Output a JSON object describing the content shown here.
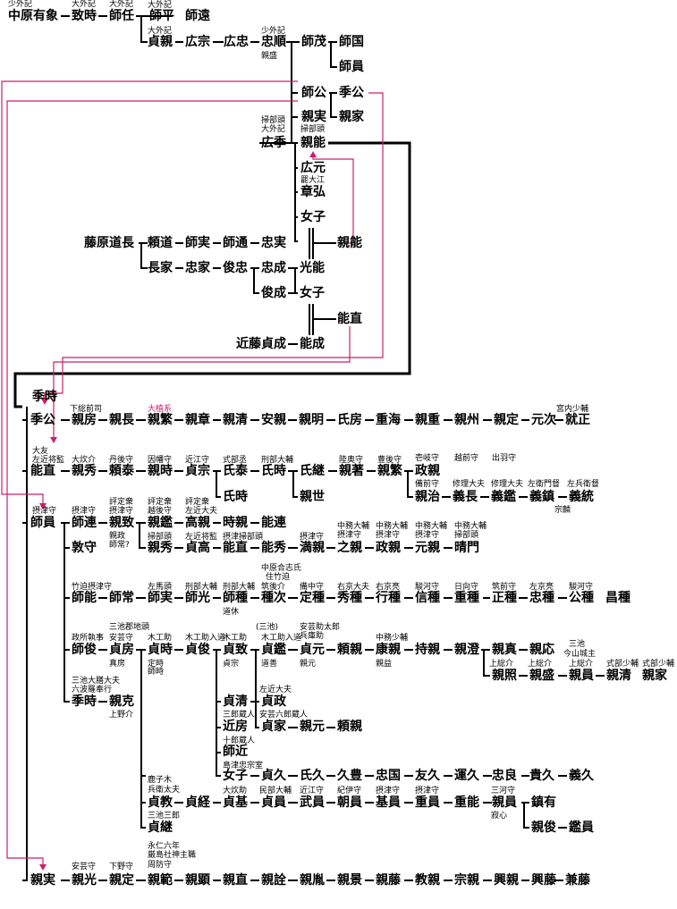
{
  "nodes": [
    "中原有象",
    "致時",
    "師任",
    "師平",
    "師遠",
    "貞親",
    "広宗",
    "広忠",
    "忠順",
    "師茂",
    "師国",
    "師員",
    "師公",
    "季公",
    "親実",
    "親家",
    "広季",
    "親能",
    "広元",
    "章弘",
    "女子",
    "親能",
    "藤原道長",
    "頼道",
    "師実",
    "師通",
    "忠実",
    "長家",
    "忠家",
    "俊忠",
    "忠成",
    "光能",
    "俊成",
    "女子",
    "能直",
    "近藤貞成",
    "能成",
    "季時",
    "季公",
    "親房",
    "親長",
    "親繁",
    "親章",
    "親清",
    "安親",
    "親明",
    "氏房",
    "重海",
    "親重",
    "親州",
    "親定",
    "元次",
    "就正",
    "能直",
    "親秀",
    "頼泰",
    "親時",
    "貞宗",
    "氏泰",
    "氏時",
    "氏継",
    "親著",
    "親繁",
    "政親",
    "氏時",
    "親世",
    "親治",
    "義長",
    "義鑑",
    "義鎮",
    "義統",
    "師員",
    "師連",
    "親致",
    "親鑑",
    "高親",
    "時親",
    "能連",
    "敦守",
    "親秀",
    "貞高",
    "能直",
    "能秀",
    "満親",
    "之親",
    "政親",
    "元親",
    "晴門",
    "師能",
    "師常",
    "師実",
    "師光",
    "師種",
    "種次",
    "定種",
    "秀種",
    "行種",
    "信種",
    "重種",
    "正種",
    "忠種",
    "公種",
    "昌種",
    "師俊",
    "貞房",
    "貞時",
    "貞俊",
    "貞致",
    "貞鑑",
    "貞元",
    "頼親",
    "康親",
    "持親",
    "親澄",
    "親真",
    "親応",
    "親照",
    "親盛",
    "親員",
    "親清",
    "親家",
    "季時",
    "親克",
    "貞清",
    "貞政",
    "近房",
    "貞家",
    "親元",
    "頼親",
    "師近",
    "女子",
    "貞久",
    "氏久",
    "久豊",
    "忠国",
    "友久",
    "運久",
    "忠良",
    "貴久",
    "義久",
    "貞教",
    "貞経",
    "貞基",
    "貞員",
    "武員",
    "朝員",
    "基員",
    "重員",
    "重能",
    "親員",
    "鎮有",
    "貞継",
    "親俊",
    "鑑員",
    "親実",
    "親光",
    "親定",
    "親範",
    "親顕",
    "親直",
    "親詮",
    "親胤",
    "親景",
    "親藤",
    "教親",
    "宗親",
    "興親",
    "興藤",
    "兼藤"
  ],
  "notes": [
    "少外記",
    "大外記",
    "大外記",
    "大外記",
    "大外記",
    "少外記",
    "親盛",
    "掃部頭",
    "大外記",
    "掃部頭",
    "罷大江",
    "下総前司",
    "大友",
    "左近将監",
    "大炊介",
    "丹後守",
    "因幡守",
    "近江守",
    "式部丞",
    "刑部大輔",
    "陸奥守",
    "豊後守",
    "摂津守",
    "摂津守",
    "評定衆",
    "摂津守",
    "評定衆",
    "越後守",
    "評定衆",
    "左近大夫",
    "親政",
    "師常?",
    "掃部頭",
    "左近将監",
    "摂津掃部頭",
    "摂津守",
    "中務大輔",
    "摂津守",
    "中務大輔",
    "摂津守",
    "中務大輔",
    "摂津守",
    "中務大輔",
    "掃部頭",
    "壱岐守",
    "越前守",
    "出羽守",
    "宮内少輔",
    "備前守",
    "修理大夫",
    "修理大夫",
    "左衛門督",
    "左兵衛督",
    "宗麟",
    "竹迫摂津守",
    "左馬頭",
    "刑部大輔",
    "刑部大輔",
    "中原合志氏",
    "住竹迫",
    "筑後介",
    "備中守",
    "右京大夫",
    "右京亮",
    "駿河守",
    "日向守",
    "筑前守",
    "左京亮",
    "駿河守",
    "道休",
    "三池郡地頭",
    "政所執事",
    "安芸守",
    "木工助",
    "木工助入道",
    "木工助",
    "(三池)",
    "木工助入道",
    "安芸助太郎",
    "兵庫助",
    "中務少輔",
    "三池",
    "今山城主",
    "上総介",
    "式部少輔",
    "式部少輔",
    "真房",
    "定時",
    "師時",
    "貞宗",
    "道善",
    "親元",
    "親益",
    "上総介",
    "上総介",
    "三池大膳大夫",
    "六波羅奉行",
    "上野介",
    "左近大夫",
    "三郎蔵人",
    "安芸六郎蔵人",
    "十郎蔵人",
    "島津忠宗室",
    "鹿子木",
    "兵衛太夫",
    "大炊助",
    "民部大輔",
    "近江守",
    "紀伊守",
    "摂津守",
    "摂津守",
    "三河守",
    "三池三郎",
    "寂心",
    "永仁六年",
    "厳島社神主職",
    "周防守",
    "安芸守",
    "下野守"
  ],
  "notes_red": [
    "大植系"
  ],
  "colors": {
    "accent": "#cc1f6a",
    "text": "#000000",
    "background": "#ffffff"
  }
}
